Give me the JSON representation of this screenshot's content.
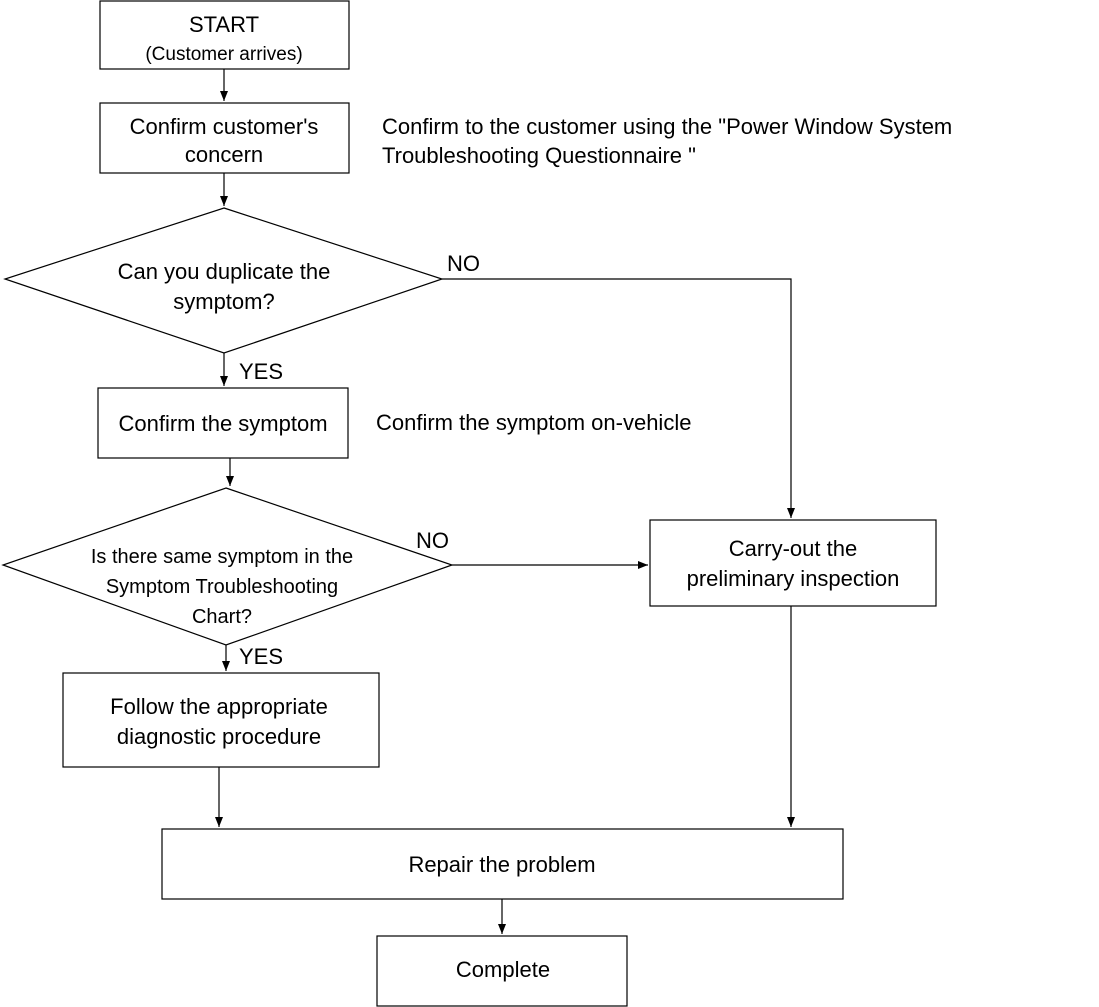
{
  "nodes": {
    "start": {
      "line1": "START",
      "line2": "(Customer arrives)"
    },
    "confirm_concern": {
      "line1": "Confirm customer's",
      "line2": "concern"
    },
    "duplicate_decision": {
      "line1": "Can you duplicate the",
      "line2": "symptom?"
    },
    "confirm_symptom": {
      "label": "Confirm the symptom"
    },
    "same_symptom_decision": {
      "line1": "Is there same symptom in the",
      "line2": "Symptom Troubleshooting",
      "line3": "Chart?"
    },
    "preliminary": {
      "line1": "Carry-out the",
      "line2": "preliminary inspection"
    },
    "follow_procedure": {
      "line1": "Follow the appropriate",
      "line2": "diagnostic procedure"
    },
    "repair": {
      "label": "Repair the problem"
    },
    "complete": {
      "label": "Complete"
    }
  },
  "notes": {
    "questionnaire": {
      "line1": "Confirm to the customer using the \"Power Window System",
      "line2": "Troubleshooting Questionnaire \""
    },
    "on_vehicle": {
      "label": "Confirm the symptom on-vehicle"
    }
  },
  "edge_labels": {
    "duplicate_no": "NO",
    "duplicate_yes": "YES",
    "same_no": "NO",
    "same_yes": "YES"
  }
}
